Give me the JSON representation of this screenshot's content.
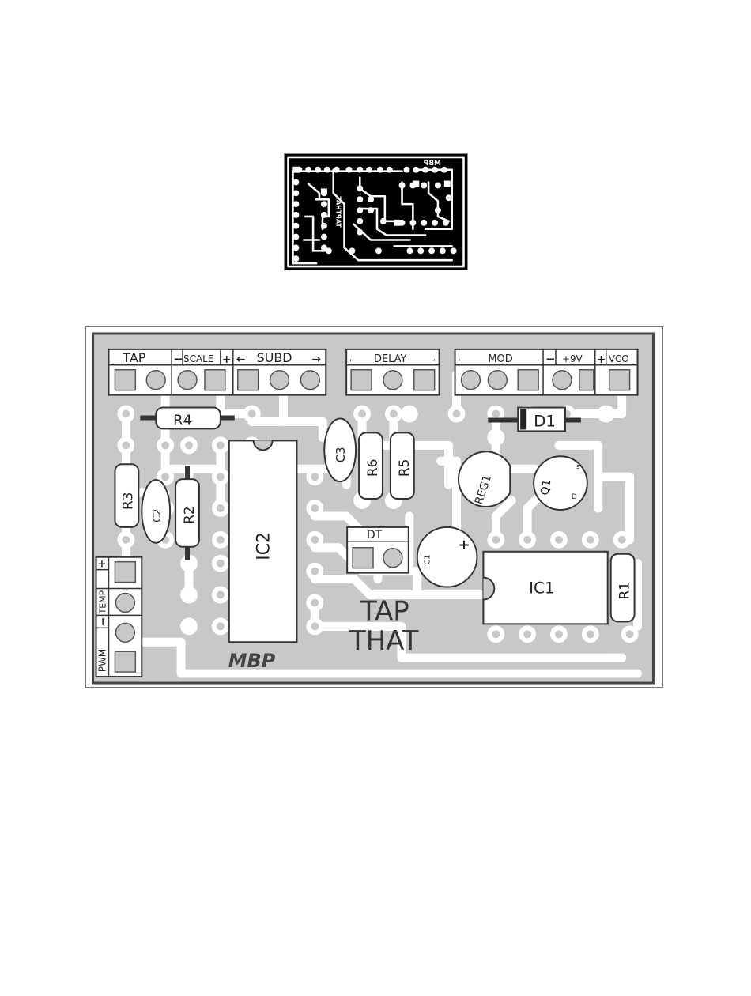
{
  "etch": {
    "mirrored_logo": "MBP",
    "mirrored_title": "TAPTHAT"
  },
  "layout": {
    "connectors": {
      "tap": "TAP",
      "scale": "SCALE",
      "subd": "SUBD",
      "delay": "DELAY",
      "mod": "MOD",
      "power": "+9V",
      "vco": "VCO",
      "temp": "TEMP",
      "pwm": "PWM",
      "dt": "DT",
      "minus": "−",
      "plus": "+",
      "arrow_left": "←",
      "arrow_right": "→",
      "tick_left": ",",
      "tick_right": ","
    },
    "components": {
      "r1": "R1",
      "r2": "R2",
      "r3": "R3",
      "r4": "R4",
      "r5": "R5",
      "r6": "R6",
      "c1": "C1",
      "c2": "C2",
      "c3": "C3",
      "d1": "D1",
      "ic1": "IC1",
      "ic2": "IC2",
      "reg1": "REG1",
      "q1": "Q1",
      "q1_s": "s",
      "q1_d": "D",
      "c1_plus": "+"
    },
    "board_title_line1": "TAP",
    "board_title_line2": "THAT",
    "logo": "MBP"
  }
}
